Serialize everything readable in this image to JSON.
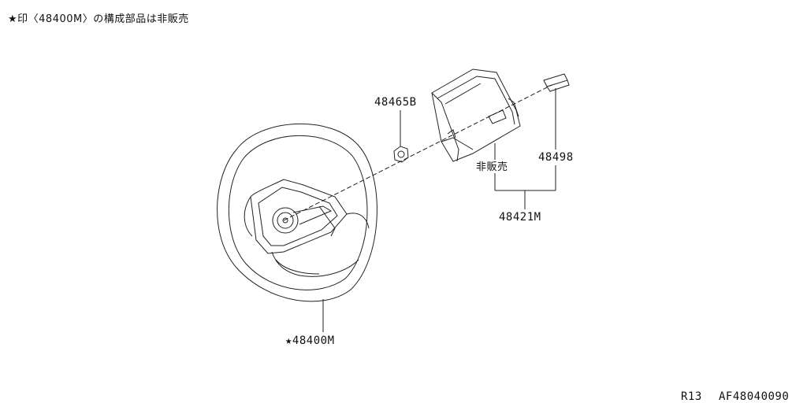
{
  "note": "★印〈48400M〉の構成部品は非販売",
  "parts": {
    "steering_wheel": "★48400M",
    "nut": "48465B",
    "pad_assembly": "48421M",
    "connector": "48498",
    "not_sold": "非販売"
  },
  "footer": {
    "page": "R13",
    "code": "AF48040090"
  }
}
